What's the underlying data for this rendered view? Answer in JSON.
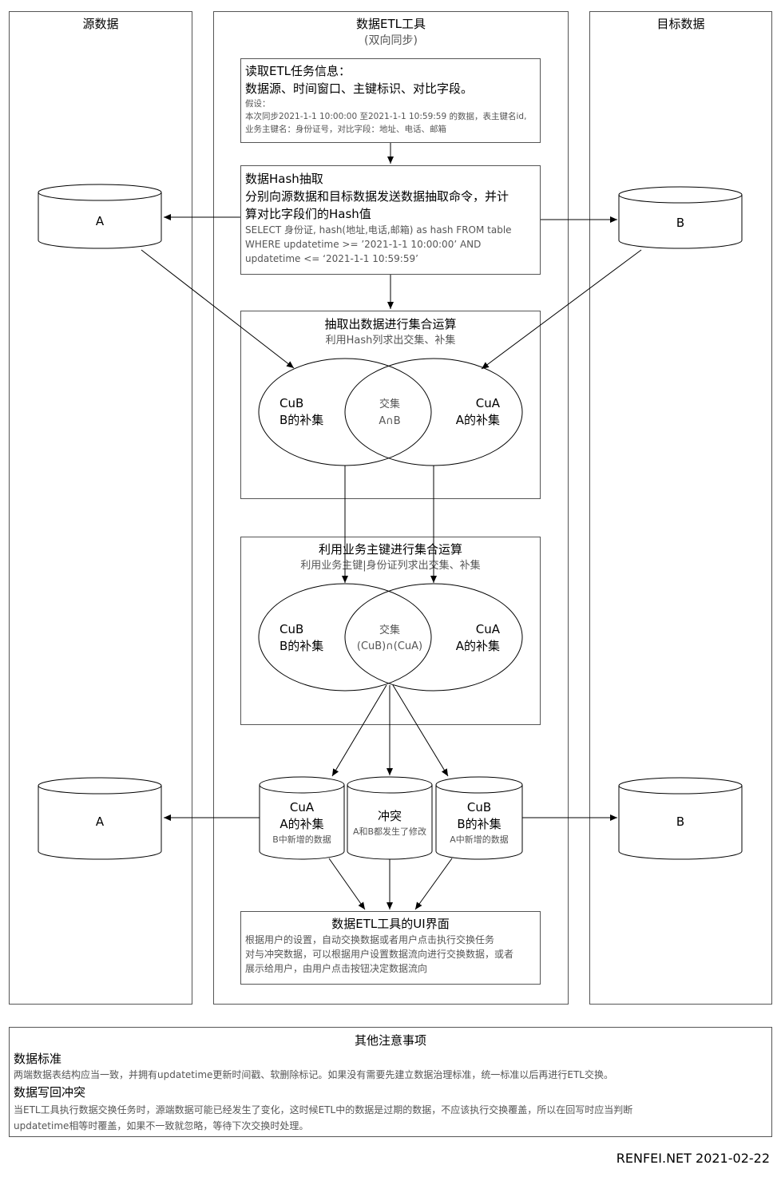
{
  "columns": {
    "source_title": "源数据",
    "etl_title": "数据ETL工具",
    "etl_subtitle": "(双向同步)",
    "target_title": "目标数据"
  },
  "step_read": {
    "title": "读取ETL任务信息：",
    "subtitle": "数据源、时间窗口、主键标识、对比字段。",
    "assume_label": "假设：",
    "assume_line1": "本次同步2021-1-1 10:00:00 至2021-1-1 10:59:59 的数据，表主键名id,",
    "assume_line2": "业务主键名：身份证号，对比字段：地址、电话、邮箱"
  },
  "step_hash": {
    "title": "数据Hash抽取",
    "desc_line1": "分别向源数据和目标数据发送数据抽取命令，并计",
    "desc_line2": "算对比字段们的Hash值",
    "sql_line1": "SELECT 身份证, hash(地址,电话,邮箱) as hash FROM table",
    "sql_line2": "WHERE updatetime >= ’2021-1-1 10:00:00’ AND",
    "sql_line3": "updatetime <= ‘2021-1-1 10:59:59’"
  },
  "databases": {
    "source_top": "A",
    "target_top": "B",
    "source_bottom": "A",
    "target_bottom": "B"
  },
  "set_hash": {
    "title": "抽取出数据进行集合运算",
    "subtitle": "利用Hash列求出交集、补集",
    "left_name": "CuB",
    "left_desc": "B的补集",
    "mid_name": "交集",
    "mid_desc": "A∩B",
    "right_name": "CuA",
    "right_desc": "A的补集"
  },
  "set_key": {
    "title": "利用业务主键进行集合运算",
    "subtitle": "利用业务主键|身份证列求出交集、补集",
    "left_name": "CuB",
    "left_desc": "B的补集",
    "mid_name": "交集",
    "mid_desc": "(CuB)∩(CuA)",
    "right_name": "CuA",
    "right_desc": "A的补集"
  },
  "results": {
    "cua_name": "CuA",
    "cua_desc": "A的补集",
    "cua_note": "B中新增的数据",
    "conflict_name": "冲突",
    "conflict_note": "A和B都发生了修改",
    "cub_name": "CuB",
    "cub_desc": "B的补集",
    "cub_note": "A中新增的数据"
  },
  "ui_box": {
    "title": "数据ETL工具的UI界面",
    "line1": "根据用户的设置，自动交换数据或者用户点击执行交换任务",
    "line2": "对与冲突数据，可以根据用户设置数据流向进行交换数据，或者",
    "line3": "展示给用户，由用户点击按钮决定数据流向"
  },
  "notes": {
    "title": "其他注意事项",
    "h1": "数据标准",
    "p1": "两端数据表结构应当一致，并拥有updatetime更新时间戳、软删除标记。如果没有需要先建立数据治理标准，统一标准以后再进行ETL交换。",
    "h2": "数据写回冲突",
    "p2_line1": "当ETL工具执行数据交换任务时，源端数据可能已经发生了变化，这时候ETL中的数据是过期的数据，不应该执行交换覆盖，所以在回写时应当判断",
    "p2_line2": "updatetime相等时覆盖，如果不一致就忽略，等待下次交换时处理。"
  },
  "footer": "RENFEI.NET 2021-02-22"
}
